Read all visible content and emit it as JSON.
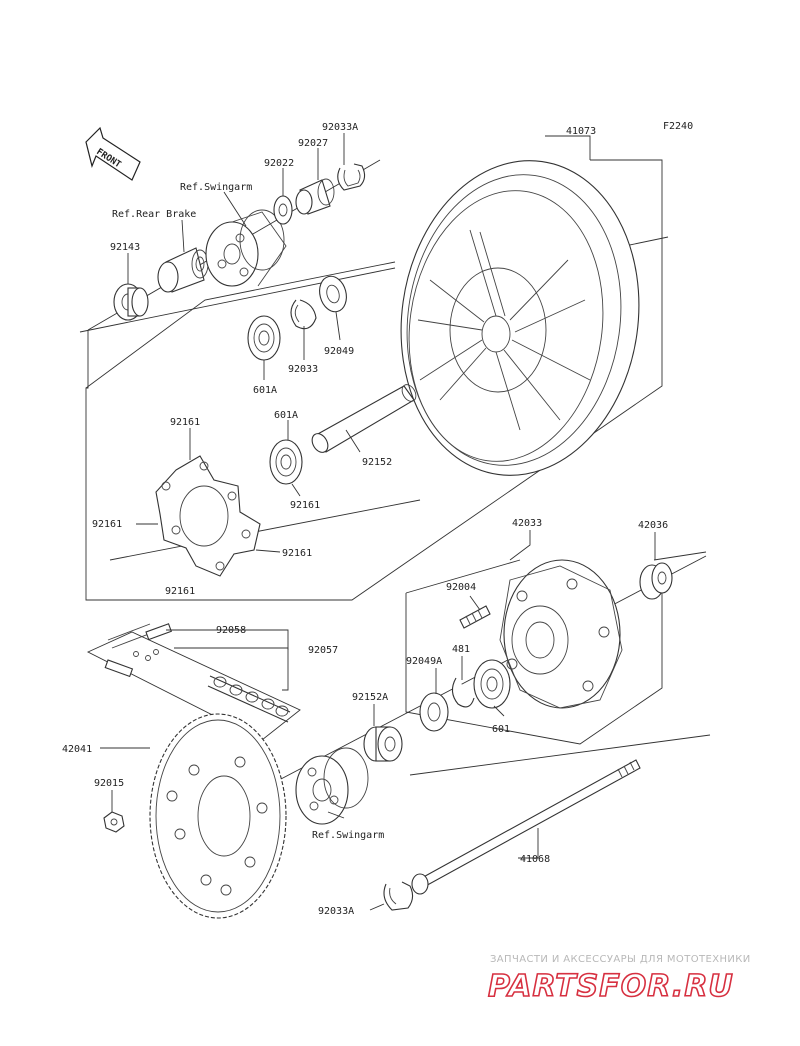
{
  "figure_code": "F2240",
  "front_marker": "FRONT",
  "labels": {
    "p41073": "41073",
    "p92033A_top": "92033A",
    "p92027": "92027",
    "p92022": "92022",
    "ref_swingarm_top": "Ref.Swingarm",
    "ref_rear_brake": "Ref.Rear Brake",
    "p92143": "92143",
    "p92033": "92033",
    "p92049": "92049",
    "p601A_top": "601A",
    "p601A_mid": "601A",
    "p92152": "92152",
    "p92161_top": "92161",
    "p92161_mid": "92161",
    "p92161_left": "92161",
    "p92161_right": "92161",
    "p92161_bottom": "92161",
    "p42033": "42033",
    "p42036": "42036",
    "p92004": "92004",
    "p92058": "92058",
    "p92057": "92057",
    "p481": "481",
    "p92049A": "92049A",
    "p92152A": "92152A",
    "p601": "601",
    "p42041": "42041",
    "p92015": "92015",
    "ref_swingarm_bottom": "Ref.Swingarm",
    "p41068": "41068",
    "p92033A_bottom": "92033A"
  },
  "watermark": {
    "tagline": "ЗАПЧАСТИ И АКСЕССУАРЫ ДЛЯ МОТОТЕХНИКИ",
    "brand": "PARTSFOR.RU"
  }
}
